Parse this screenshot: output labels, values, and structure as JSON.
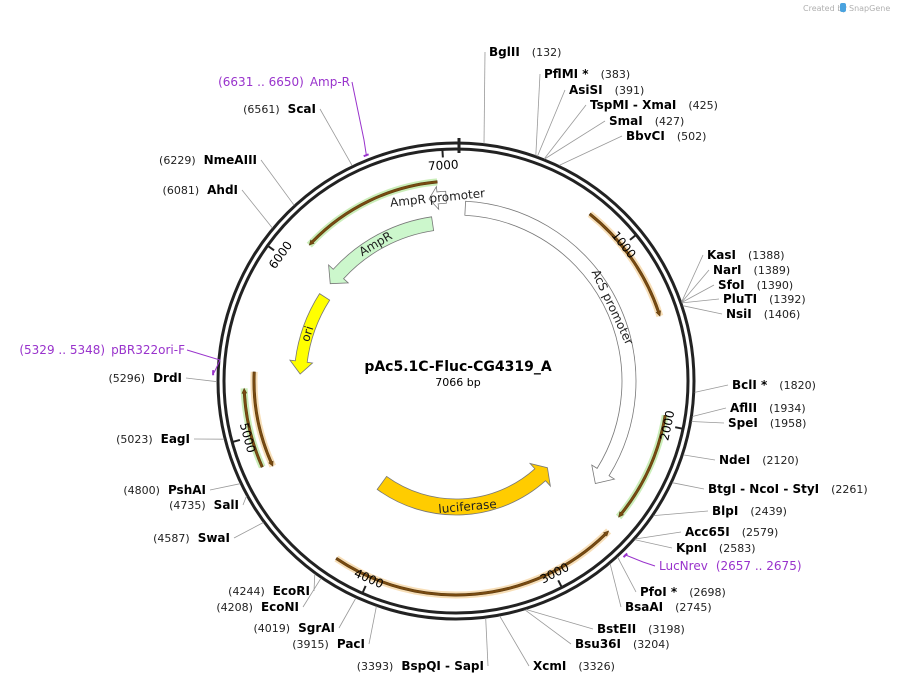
{
  "watermark": {
    "prefix": "Created by",
    "brand": "SnapGene"
  },
  "plasmid": {
    "name": "pAc5.1C-Fluc-CG4319_A",
    "size_label": "7066 bp",
    "length": 7066
  },
  "ticks": [
    {
      "label": "7000",
      "pos": 7000
    },
    {
      "label": "1000",
      "pos": 1000
    },
    {
      "label": "2000",
      "pos": 2000
    },
    {
      "label": "3000",
      "pos": 3000
    },
    {
      "label": "4000",
      "pos": 4000
    },
    {
      "label": "5000",
      "pos": 5000
    },
    {
      "label": "6000",
      "pos": 6000
    }
  ],
  "sites": [
    {
      "name": "BglII",
      "pos_label": "(132)",
      "pos": 132,
      "side": "right"
    },
    {
      "name": "PflMI *",
      "pos_label": "(383)",
      "pos": 383,
      "side": "right"
    },
    {
      "name": "AsiSI",
      "pos_label": "(391)",
      "pos": 391,
      "side": "right"
    },
    {
      "name": "TspMI  - XmaI",
      "pos_label": "(425)",
      "pos": 425,
      "side": "right"
    },
    {
      "name": "SmaI",
      "pos_label": "(427)",
      "pos": 427,
      "side": "right"
    },
    {
      "name": "BbvCI",
      "pos_label": "(502)",
      "pos": 502,
      "side": "right"
    },
    {
      "name": "KasI",
      "pos_label": "(1388)",
      "pos": 1388,
      "side": "right"
    },
    {
      "name": "NarI",
      "pos_label": "(1389)",
      "pos": 1389,
      "side": "right"
    },
    {
      "name": "SfoI",
      "pos_label": "(1390)",
      "pos": 1390,
      "side": "right"
    },
    {
      "name": "PluTI",
      "pos_label": "(1392)",
      "pos": 1392,
      "side": "right"
    },
    {
      "name": "NsiI",
      "pos_label": "(1406)",
      "pos": 1406,
      "side": "right"
    },
    {
      "name": "BclI *",
      "pos_label": "(1820)",
      "pos": 1820,
      "side": "right"
    },
    {
      "name": "AflII",
      "pos_label": "(1934)",
      "pos": 1934,
      "side": "right"
    },
    {
      "name": "SpeI",
      "pos_label": "(1958)",
      "pos": 1958,
      "side": "right"
    },
    {
      "name": "NdeI",
      "pos_label": "(2120)",
      "pos": 2120,
      "side": "right"
    },
    {
      "name": "BtgI  - NcoI  - StyI",
      "pos_label": "(2261)",
      "pos": 2261,
      "side": "right"
    },
    {
      "name": "BlpI",
      "pos_label": "(2439)",
      "pos": 2439,
      "side": "right"
    },
    {
      "name": "Acc65I",
      "pos_label": "(2579)",
      "pos": 2579,
      "side": "right"
    },
    {
      "name": "KpnI",
      "pos_label": "(2583)",
      "pos": 2583,
      "side": "right"
    },
    {
      "name": "PfoI *",
      "pos_label": "(2698)",
      "pos": 2698,
      "side": "right"
    },
    {
      "name": "BsaAI",
      "pos_label": "(2745)",
      "pos": 2745,
      "side": "right"
    },
    {
      "name": "BstEII",
      "pos_label": "(3198)",
      "pos": 3198,
      "side": "right"
    },
    {
      "name": "Bsu36I",
      "pos_label": "(3204)",
      "pos": 3204,
      "side": "right"
    },
    {
      "name": "XcmI",
      "pos_label": "(3326)",
      "pos": 3326,
      "side": "right"
    },
    {
      "name": "BspQI  - SapI",
      "pos_label": "(3393)",
      "pos": 3393,
      "side": "left"
    },
    {
      "name": "PacI",
      "pos_label": "(3915)",
      "pos": 3915,
      "side": "left"
    },
    {
      "name": "SgrAI",
      "pos_label": "(4019)",
      "pos": 4019,
      "side": "left"
    },
    {
      "name": "EcoNI",
      "pos_label": "(4208)",
      "pos": 4208,
      "side": "left"
    },
    {
      "name": "EcoRI",
      "pos_label": "(4244)",
      "pos": 4244,
      "side": "left"
    },
    {
      "name": "SwaI",
      "pos_label": "(4587)",
      "pos": 4587,
      "side": "left"
    },
    {
      "name": "SalI",
      "pos_label": "(4735)",
      "pos": 4735,
      "side": "left"
    },
    {
      "name": "PshAI",
      "pos_label": "(4800)",
      "pos": 4800,
      "side": "left"
    },
    {
      "name": "EagI",
      "pos_label": "(5023)",
      "pos": 5023,
      "side": "left"
    },
    {
      "name": "DrdI",
      "pos_label": "(5296)",
      "pos": 5296,
      "side": "left"
    },
    {
      "name": "AhdI",
      "pos_label": "(6081)",
      "pos": 6081,
      "side": "left"
    },
    {
      "name": "NmeAIII",
      "pos_label": "(6229)",
      "pos": 6229,
      "side": "left"
    },
    {
      "name": "ScaI",
      "pos_label": "(6561)",
      "pos": 6561,
      "side": "left"
    }
  ],
  "primers": [
    {
      "name": "Amp-R",
      "range_label": "(6631 .. 6650)",
      "pos": 6640,
      "side": "left"
    },
    {
      "name": "pBR322ori-F",
      "range_label": "(5329 .. 5348)",
      "pos": 5338,
      "side": "left"
    },
    {
      "name": "LucNrev",
      "range_label": "(2657 .. 2675)",
      "pos": 2666,
      "side": "right"
    }
  ],
  "features": [
    {
      "name": "AmpR promoter",
      "kind": "promoter",
      "start": 6901,
      "end": 7005,
      "strand": -1,
      "color": "#ffffff"
    },
    {
      "name": "AmpR",
      "kind": "cds",
      "start": 6040,
      "end": 6900,
      "strand": -1,
      "color": "#ccf7cc"
    },
    {
      "name": "AcS promoter",
      "kind": "promoter",
      "start": 60,
      "end": 2480,
      "strand": 1,
      "color": "#ffffff"
    },
    {
      "name": "ori",
      "kind": "origin",
      "start": 5350,
      "end": 5940,
      "strand": -1,
      "color": "#ffff00"
    },
    {
      "name": "luciferase",
      "kind": "cds",
      "start": 2620,
      "end": 4240,
      "strand": -1,
      "color": "#ffcc00"
    }
  ],
  "orfs": [
    {
      "start": 6140,
      "end": 6960,
      "strand": -1,
      "color": "#66cc33"
    },
    {
      "start": 760,
      "end": 1420,
      "strand": 1,
      "color": "#e8a030"
    },
    {
      "start": 1950,
      "end": 2550,
      "strand": 1,
      "color": "#66cc33"
    },
    {
      "start": 2640,
      "end": 4200,
      "strand": -1,
      "color": "#e8a030"
    },
    {
      "start": 4830,
      "end": 5260,
      "strand": 1,
      "color": "#66cc33"
    },
    {
      "start": 4810,
      "end": 5350,
      "strand": -1,
      "color": "#e8a030"
    }
  ],
  "colors": {
    "backbone": "#222222",
    "primer": "#9933cc",
    "leader": "#888888",
    "watermark_icon": "#4aa3df"
  }
}
